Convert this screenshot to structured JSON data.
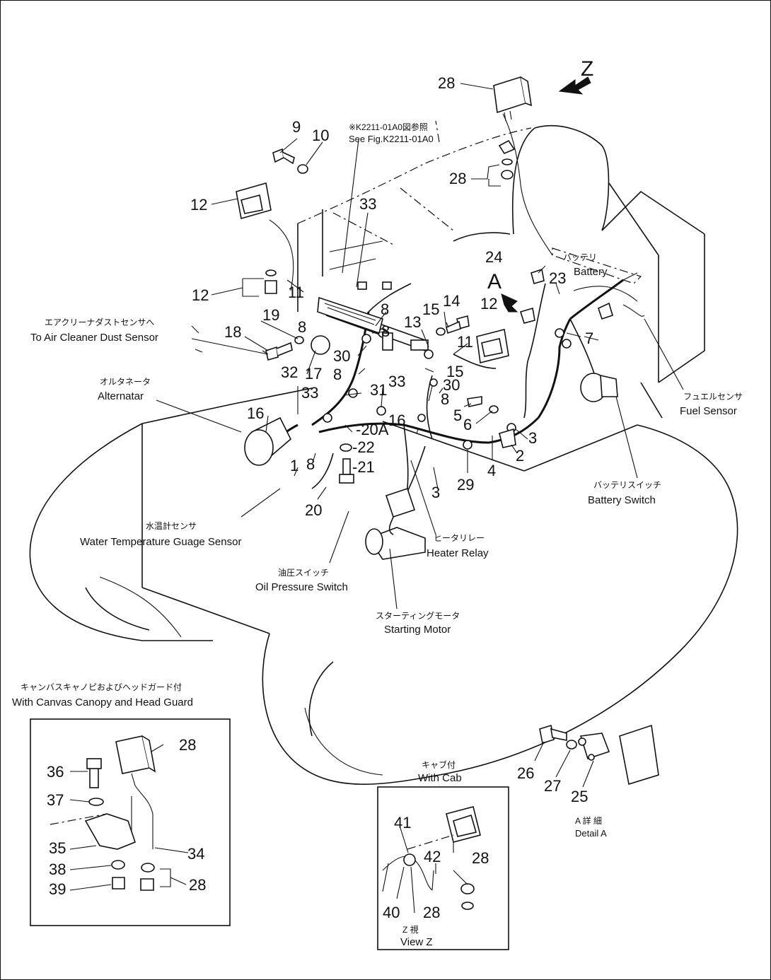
{
  "reference": {
    "jp": "※K2211-01A0図参照",
    "en": "See Fig.K2211-01A0"
  },
  "view_marks": {
    "z": "Z",
    "a": "A"
  },
  "part_numbers": {
    "p1": "1",
    "p2": "2",
    "p3": "3",
    "p4": "4",
    "p5": "5",
    "p6": "6",
    "p7": "7",
    "p8": "8",
    "p9": "9",
    "p10": "10",
    "p11": "11",
    "p12": "12",
    "p13": "13",
    "p14": "14",
    "p15": "15",
    "p16": "16",
    "p17": "17",
    "p18": "18",
    "p19": "19",
    "p20": "20",
    "p20a": "-20A",
    "p21": "-21",
    "p22": "-22",
    "p23": "23",
    "p24": "24",
    "p25": "25",
    "p26": "26",
    "p27": "27",
    "p28": "28",
    "p29": "29",
    "p30": "30",
    "p31": "31",
    "p32": "32",
    "p33": "33",
    "p34": "34",
    "p35": "35",
    "p36": "36",
    "p37": "37",
    "p38": "38",
    "p39": "39",
    "p40": "40",
    "p41": "41",
    "p42": "42"
  },
  "callouts": {
    "battery": {
      "jp": "バッテリ",
      "en": "Battery"
    },
    "air_cleaner": {
      "jp": "エアクリーナダストセンサへ",
      "en": "To Air Cleaner Dust Sensor"
    },
    "alternator": {
      "jp": "オルタネータ",
      "en": "Alternatar"
    },
    "fuel_sensor": {
      "jp": "フュエルセンサ",
      "en": "Fuel Sensor"
    },
    "battery_switch": {
      "jp": "バッテリスイッチ",
      "en": "Battery Switch"
    },
    "heater_relay": {
      "jp": "ヒータリレー",
      "en": "Heater Relay"
    },
    "water_temp": {
      "jp": "水温計センサ",
      "en": "Water Temperature Guage Sensor"
    },
    "oil_pressure": {
      "jp": "油圧スイッチ",
      "en": "Oil Pressure Switch"
    },
    "starting_motor": {
      "jp": "スターティングモータ",
      "en": "Starting Motor"
    }
  },
  "insets": {
    "canopy": {
      "jp": "キャンバスキャノピおよびヘッドガード付",
      "en": "With Canvas Canopy and Head Guard"
    },
    "cab": {
      "jp": "キャブ付",
      "en": "With Cab"
    },
    "view_z": {
      "jp": "Z 視",
      "en": "View Z"
    },
    "detail_a": {
      "jp": "A 詳 細",
      "en": "Detail A"
    }
  }
}
